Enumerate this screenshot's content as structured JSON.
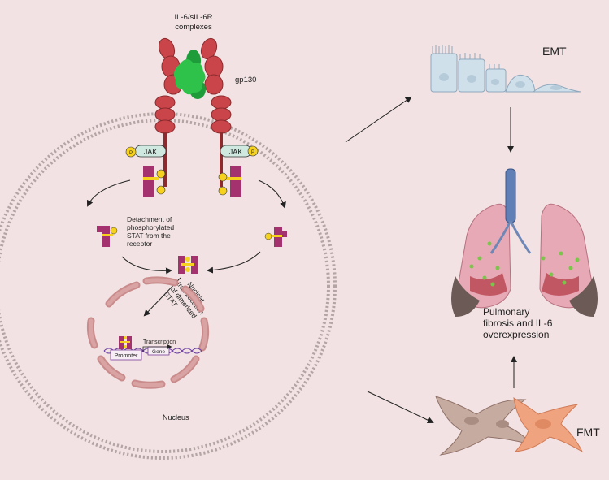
{
  "labels": {
    "complexes_line1": "IL-6/sIL-6R",
    "complexes_line2": "complexes",
    "gp130": "gp130",
    "jak_left": "JAK",
    "jak_right": "JAK",
    "p": "P",
    "detachment": [
      "Detachment of",
      "phosphorylated",
      "STAT from the",
      "receptor"
    ],
    "translocation": [
      "Nuclear",
      "translocation",
      "of dimerized",
      "STAT"
    ],
    "transcription": "Transcription",
    "promoter": "Promoter",
    "gene": "Gene",
    "nucleus": "Nucleus",
    "emt": "EMT",
    "fmt": "FMT",
    "outcome": [
      "Pulmonary",
      "fibrosis and IL-6",
      "overexpression"
    ]
  },
  "colors": {
    "background": "#f2e2e3",
    "receptor": "#c9454a",
    "ligand": "#2ec24a",
    "stat": "#a3326f",
    "phosphate": "#f6d21e",
    "jak": "#cfe8e0",
    "membrane": "#b8a9a9",
    "nuclear_envelope": "#c98b8b",
    "fibroblast": "#c6aba0",
    "myofibroblast": "#f0a37f",
    "lung": "#e6a9b5",
    "trachea": "#5f7fb6"
  }
}
